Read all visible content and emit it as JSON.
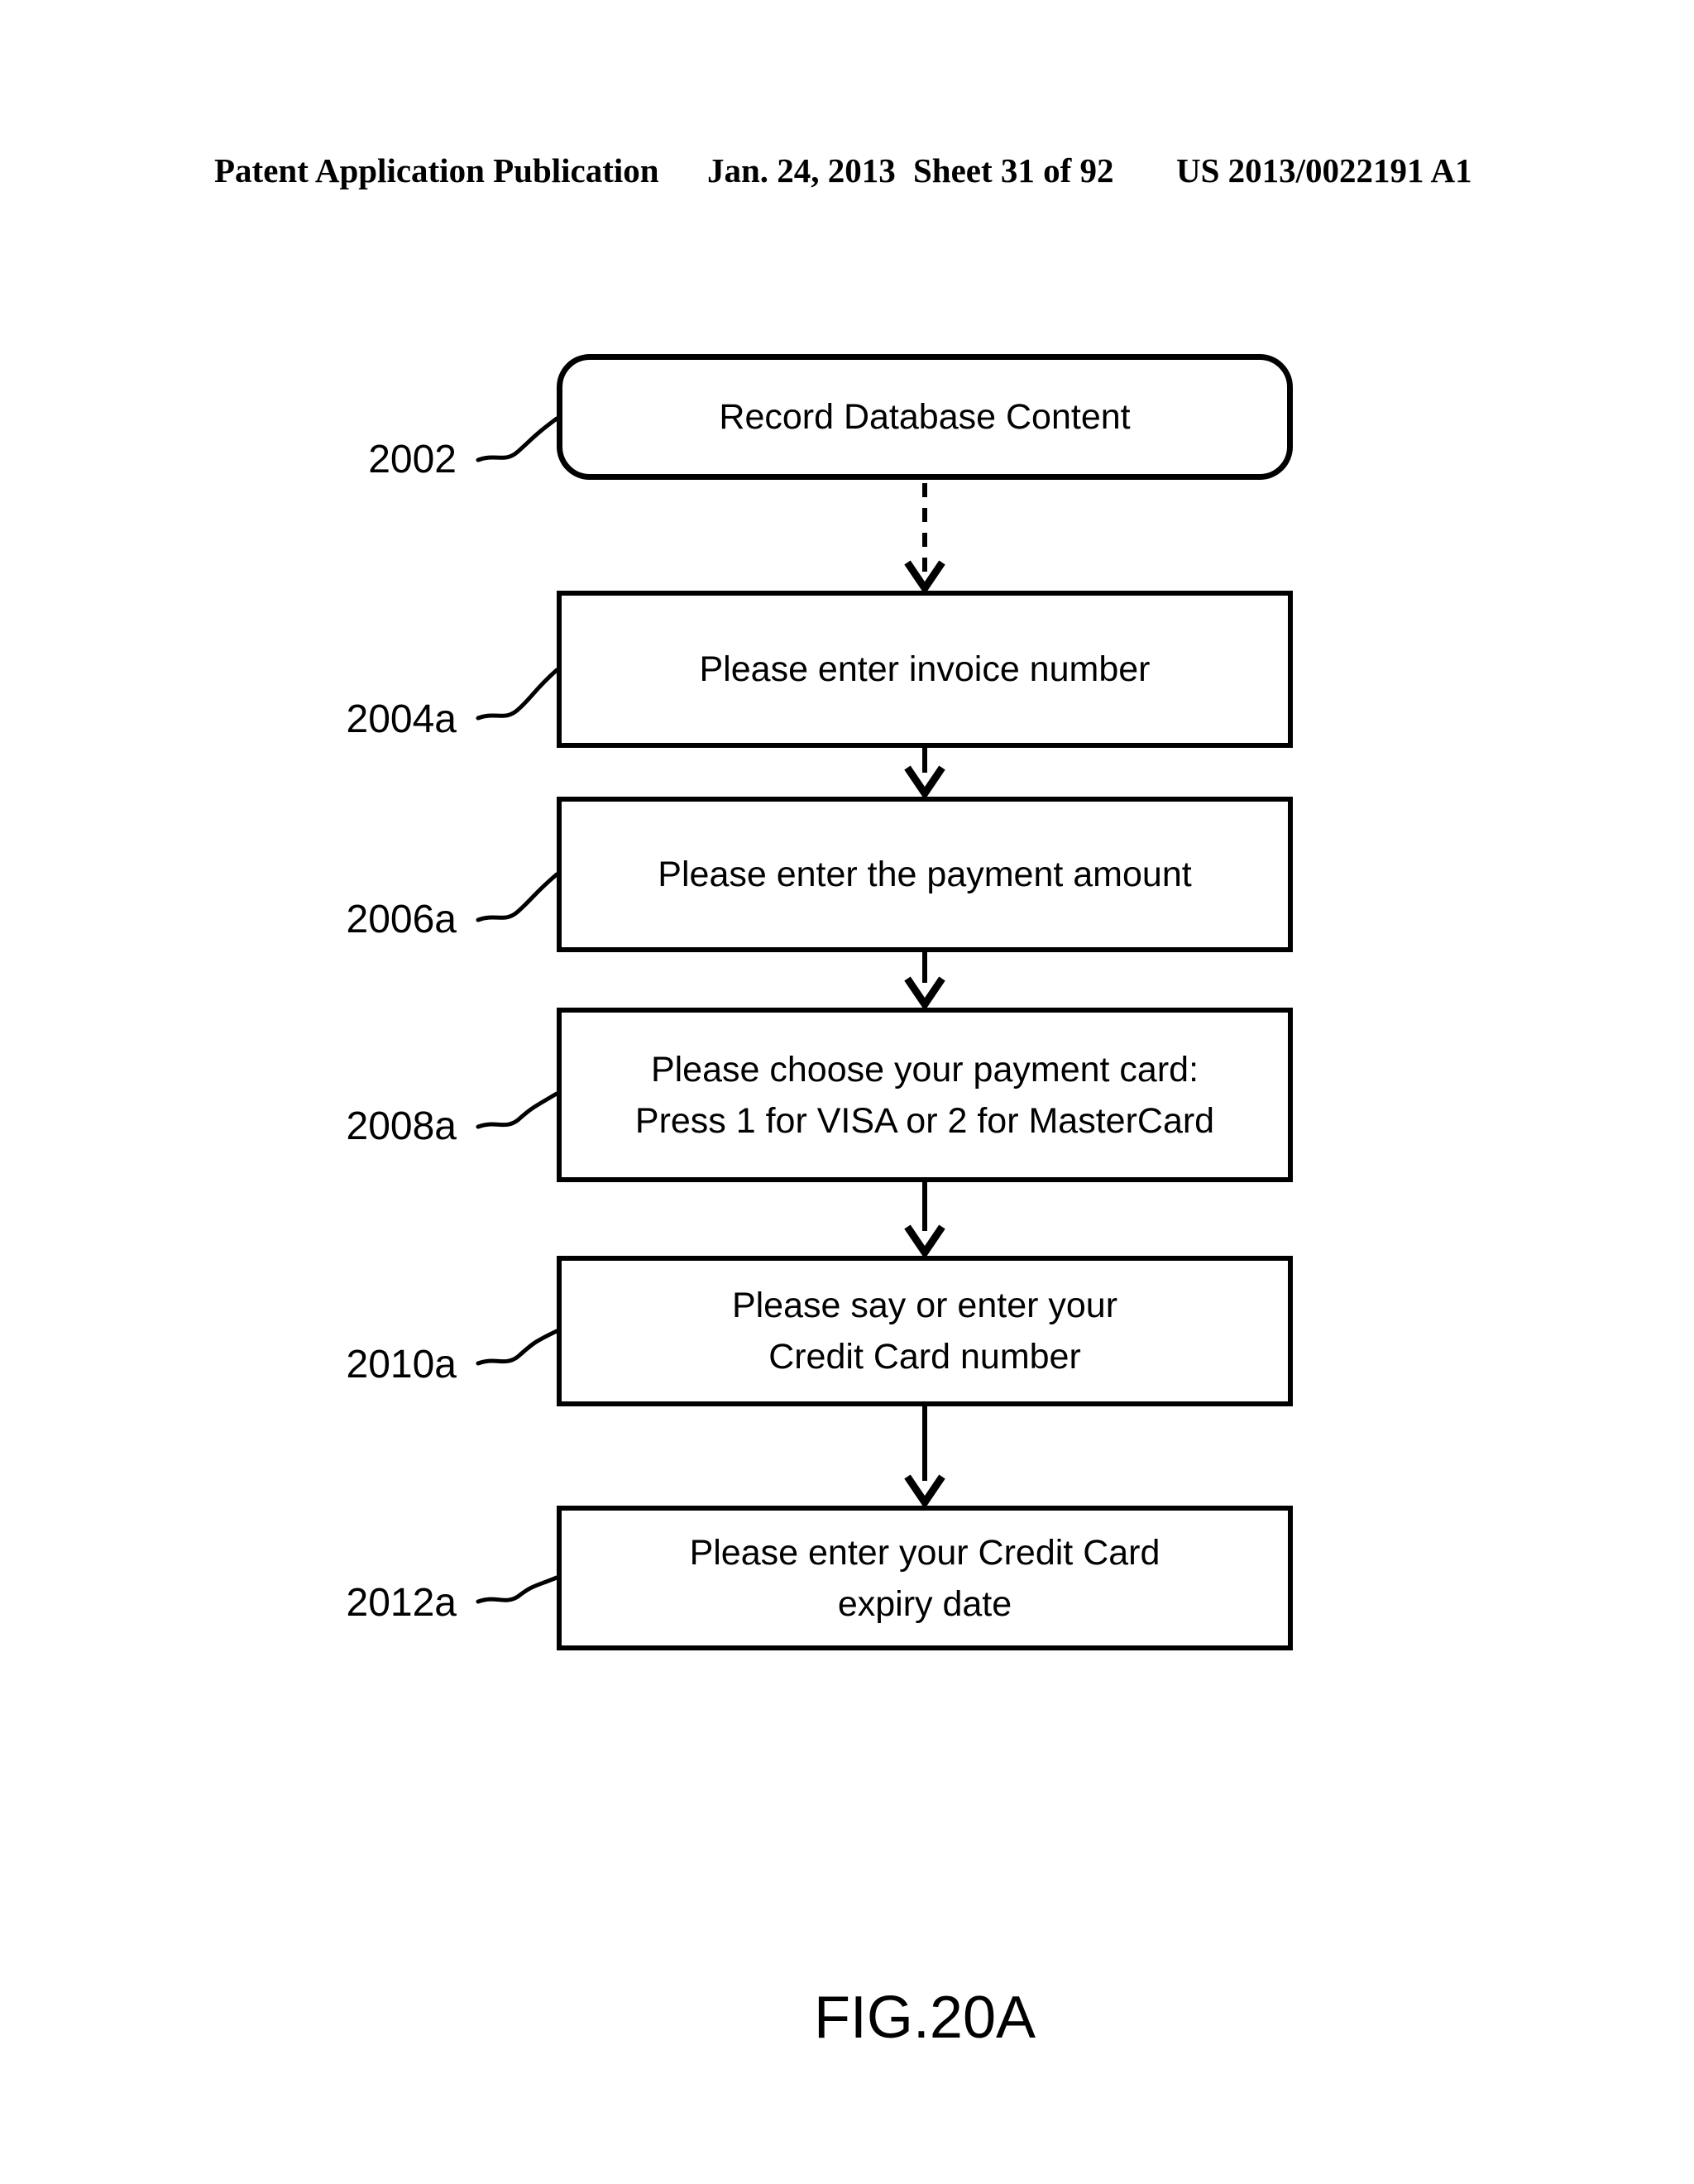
{
  "header": {
    "publication": "Patent Application Publication",
    "date": "Jan. 24, 2013",
    "sheet": "Sheet 31 of 92",
    "patent_number": "US 2013/0022191 A1"
  },
  "figure": {
    "caption": "FIG.20A"
  },
  "flowchart": {
    "nodes": [
      {
        "ref": "2002",
        "shape": "rounded-rect",
        "text": "Record Database Content"
      },
      {
        "ref": "2004a",
        "shape": "rect",
        "text": "Please enter invoice number"
      },
      {
        "ref": "2006a",
        "shape": "rect",
        "text": "Please enter the payment amount"
      },
      {
        "ref": "2008a",
        "shape": "rect",
        "text": "Please choose your payment card:\nPress 1 for VISA or 2 for MasterCard"
      },
      {
        "ref": "2010a",
        "shape": "rect",
        "text": "Please say or enter your\nCredit Card number"
      },
      {
        "ref": "2012a",
        "shape": "rect",
        "text": "Please enter your Credit Card\nexpiry date"
      }
    ],
    "connectors": [
      {
        "from": "2002",
        "to": "2004a",
        "style": "dashed",
        "arrowhead": "open-v"
      },
      {
        "from": "2004a",
        "to": "2006a",
        "style": "solid",
        "arrowhead": "open-v"
      },
      {
        "from": "2006a",
        "to": "2008a",
        "style": "solid",
        "arrowhead": "open-v"
      },
      {
        "from": "2008a",
        "to": "2010a",
        "style": "solid",
        "arrowhead": "open-v"
      },
      {
        "from": "2010a",
        "to": "2012a",
        "style": "solid",
        "arrowhead": "open-v"
      }
    ]
  },
  "colors": {
    "ink": "#000000",
    "paper": "#ffffff"
  }
}
